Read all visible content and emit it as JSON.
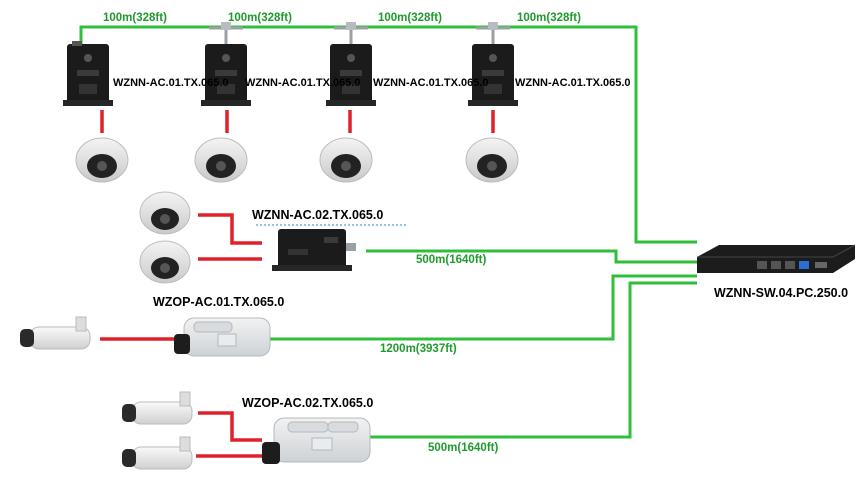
{
  "colors": {
    "fiber": "#2fbf3a",
    "coax": "#e0202a",
    "label_green": "#1f9a2e"
  },
  "top_row": {
    "distance_label": "100m(328ft)",
    "units": [
      {
        "model": "WZNN-AC.01.TX.065.0"
      },
      {
        "model": "WZNN-AC.01.TX.065.0"
      },
      {
        "model": "WZNN-AC.01.TX.065.0"
      },
      {
        "model": "WZNN-AC.01.TX.065.0"
      }
    ]
  },
  "mid_unit": {
    "model": "WZNN-AC.02.TX.065.0",
    "distance": "500m(1640ft)"
  },
  "outdoor_unit_1": {
    "model": "WZOP-AC.01.TX.065.0",
    "distance": "1200m(3937ft)"
  },
  "outdoor_unit_2": {
    "model": "WZOP-AC.02.TX.065.0",
    "distance": "500m(1640ft)"
  },
  "switch": {
    "model": "WZNN-SW.04.PC.250.0"
  },
  "icons": [
    "dome-camera-icon",
    "bullet-camera-icon",
    "transmitter-box-icon",
    "outdoor-transmitter-icon",
    "network-switch-icon"
  ]
}
